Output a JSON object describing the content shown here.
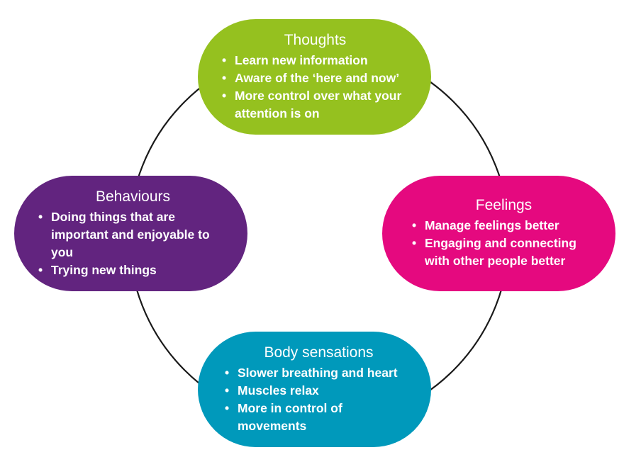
{
  "colors": {
    "thoughts": "#95c11f",
    "feelings": "#e5097f",
    "behaviours": "#62247f",
    "body": "#0099bb",
    "ring": "#1a1a1a"
  },
  "nodes": {
    "thoughts": {
      "title": "Thoughts",
      "items": [
        "Learn new information",
        "Aware of the ‘here and now’",
        "More control over what your attention is on"
      ]
    },
    "feelings": {
      "title": "Feelings",
      "items": [
        "Manage feelings better",
        "Engaging and connecting with other people better"
      ]
    },
    "behaviours": {
      "title": "Behaviours",
      "items": [
        "Doing things that are important and enjoyable to you",
        "Trying new things"
      ]
    },
    "body": {
      "title": "Body sensations",
      "items": [
        "Slower breathing and heart",
        "Muscles relax",
        "More in control of movements"
      ]
    }
  }
}
